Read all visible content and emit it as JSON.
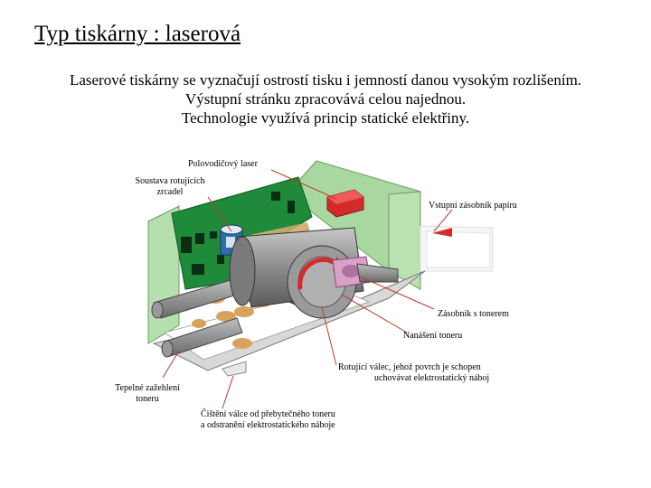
{
  "title": "Typ tiskárny : laserová",
  "body": {
    "line1": "Laserové tiskárny se vyznačují ostrostí tisku i jemností danou vysokým rozlišením.",
    "line2": "Výstupní stránku zpracovává celou najednou.",
    "line3": "Technologie využívá princip statické elektřiny."
  },
  "labels": {
    "semiconductor_laser": "Polovodičový laser",
    "mirror_system_1": "Soustava rotujících",
    "mirror_system_2": "zrcadel",
    "paper_input": "Vstupní zásobník papíru",
    "toner_reservoir": "Zásobník s tonerem",
    "toner_application": "Nanášení toneru",
    "drum_1": "Rotující válec, jehož povrch je schopen",
    "drum_2": "uchovávat elektrostatický náboj",
    "fuser_1": "Tepelné zažehlení",
    "fuser_2": "toneru",
    "cleaning_1": "Čištění válce od přebytečného toneru",
    "cleaning_2": "a odstranění elektrostatického náboje"
  },
  "colors": {
    "panel_green": "#a8d8a0",
    "board_green": "#1f8a3a",
    "laser_red": "#d42a2a",
    "drum_gray": "#8c8c8c",
    "toner_orange": "#d9a25a",
    "leader_red": "#c0392b"
  }
}
